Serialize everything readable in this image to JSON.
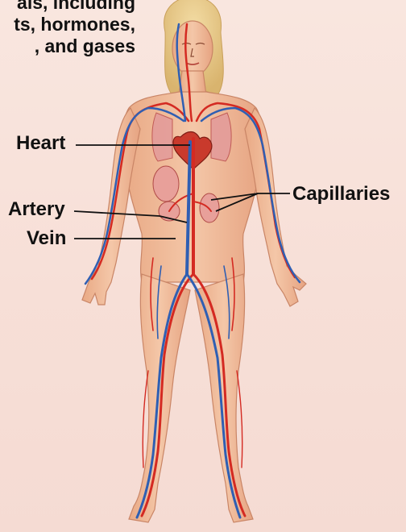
{
  "caption": {
    "lines": [
      "als, including",
      "ts, hormones,",
      ", and gases"
    ]
  },
  "labels": {
    "heart": "Heart",
    "artery": "Artery",
    "vein": "Vein",
    "capillaries": "Capillaries"
  },
  "colors": {
    "background": "#f8e3dc",
    "skin": "#f0bc9a",
    "artery": "#d42a22",
    "vein": "#2f5fb3",
    "hair": "#e8c987",
    "label_line": "#111111"
  }
}
